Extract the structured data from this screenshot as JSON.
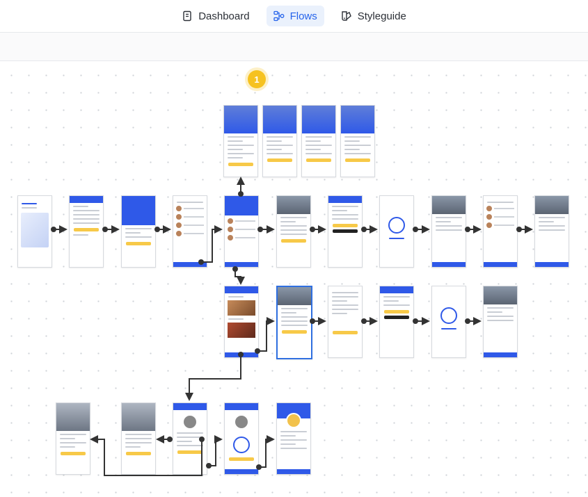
{
  "nav": {
    "tabs": [
      {
        "label": "Dashboard",
        "icon": "document-icon",
        "active": false
      },
      {
        "label": "Flows",
        "icon": "flow-icon",
        "active": true
      },
      {
        "label": "Styleguide",
        "icon": "palette-icon",
        "active": false
      }
    ]
  },
  "canvas": {
    "badge": "1"
  },
  "colors": {
    "accent": "#2563eb",
    "brand_blue": "#2f59e8",
    "badge_yellow": "#f6c220"
  }
}
